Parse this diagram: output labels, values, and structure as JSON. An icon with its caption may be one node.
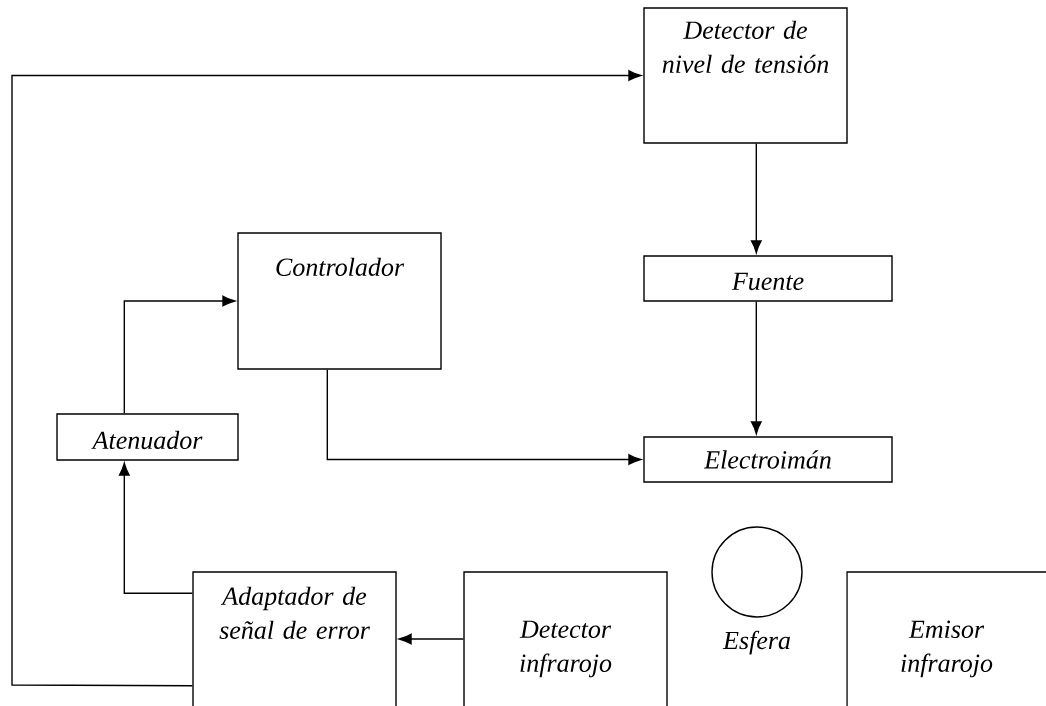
{
  "diagram": {
    "nodes": [
      {
        "text": [
          "Detector de nivel de tensión"
        ]
      },
      {
        "text": [
          "Fuente"
        ]
      },
      {
        "text": [
          "Controlador"
        ]
      },
      {
        "text": [
          "Atenuador"
        ]
      },
      {
        "text": [
          "Electroimán"
        ]
      },
      {
        "text": [
          "Adaptador de señal de error"
        ]
      },
      {
        "text": [
          "Detector infrarojo"
        ]
      },
      {
        "text": [],
        "shape": "circle",
        "beside": [
          "Esfera"
        ]
      },
      {
        "text": [
          "Emisor infrarojo"
        ]
      }
    ],
    "edges": [
      {
        "from": 5,
        "to": 0,
        "arrow": "to"
      },
      {
        "from": 0,
        "to": 1,
        "arrow": "to"
      },
      {
        "from": 1,
        "to": 4,
        "arrow": "to"
      },
      {
        "from": 2,
        "to": 4,
        "arrow": "to"
      },
      {
        "from": 5,
        "to": 3,
        "arrow": "to"
      },
      {
        "from": 3,
        "to": 2,
        "arrow": "to"
      },
      {
        "from": 6,
        "to": 5,
        "arrow": "to"
      }
    ]
  }
}
